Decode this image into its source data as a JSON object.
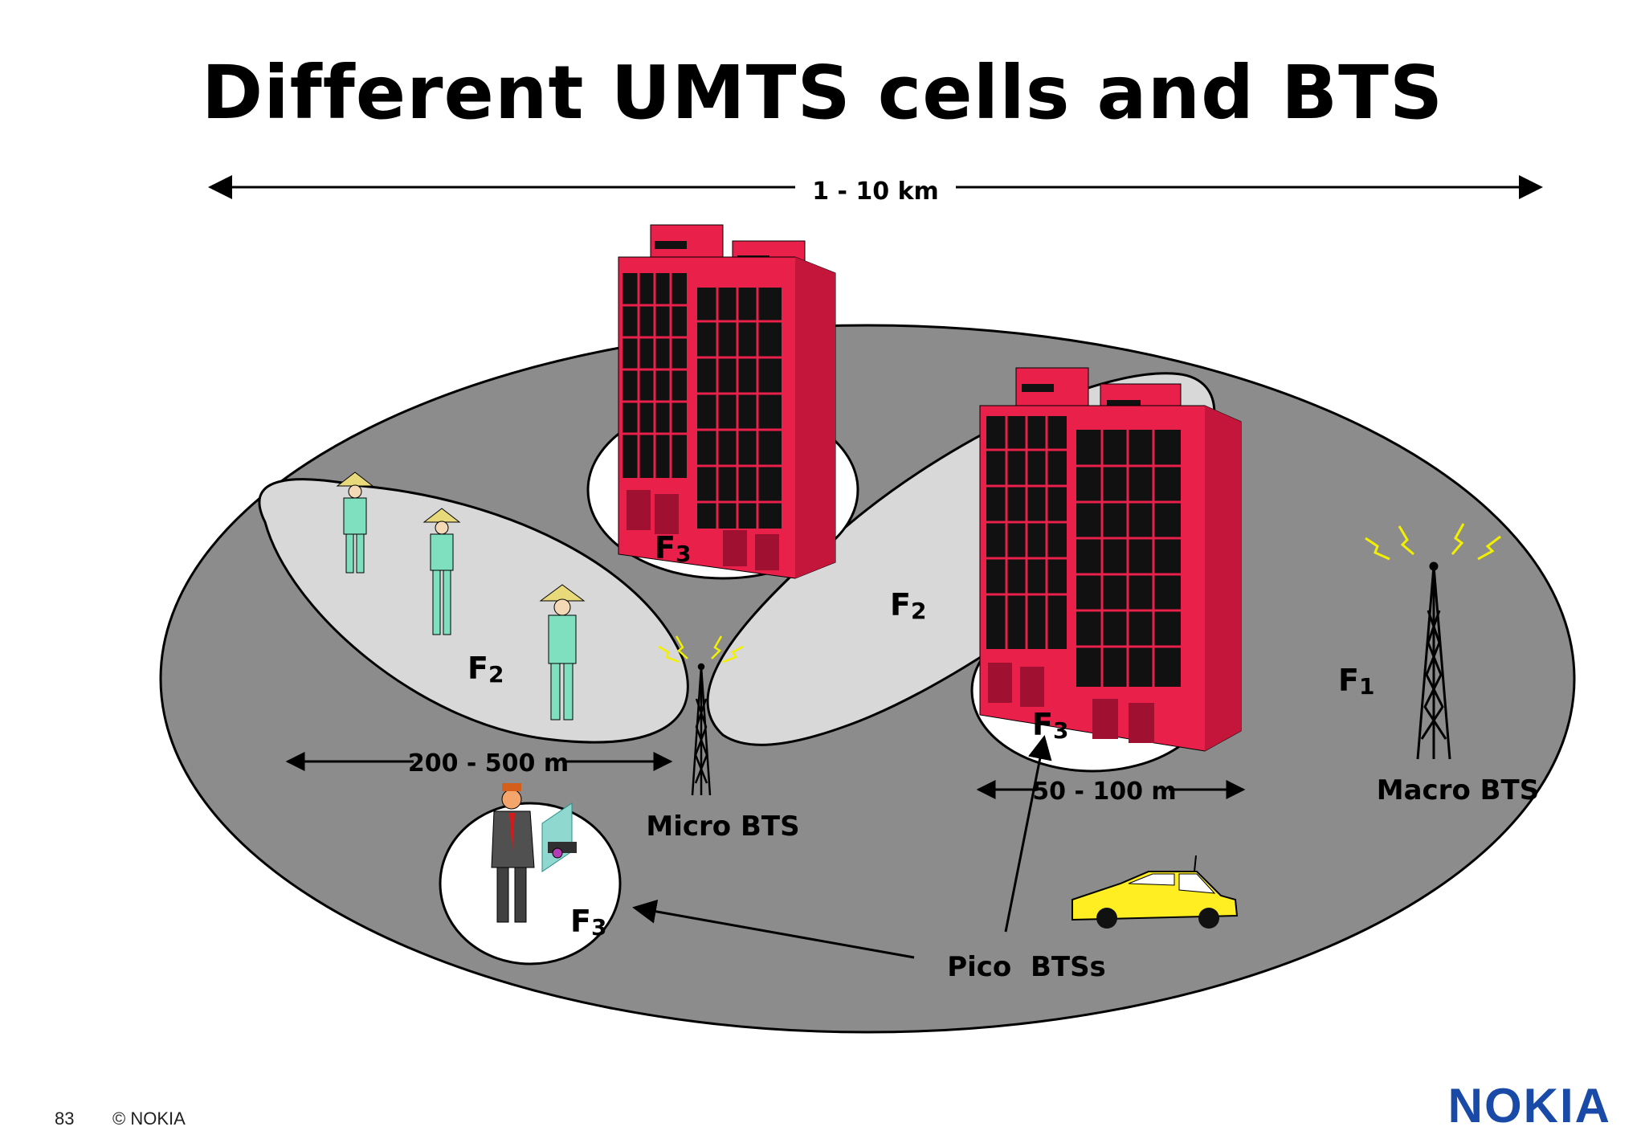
{
  "title": "Different UMTS cells and BTS",
  "distances": {
    "macro_range": "1 - 10 km",
    "micro_range": "200 - 500 m",
    "pico_range": "50 - 100 m"
  },
  "cells": {
    "f1": {
      "letter": "F",
      "index": "1"
    },
    "f2": {
      "letter": "F",
      "index": "2"
    },
    "f3": {
      "letter": "F",
      "index": "3"
    }
  },
  "labels": {
    "macro_bts": "Macro BTS",
    "micro_bts": "Micro BTS",
    "pico_bts": "Pico  BTSs"
  },
  "footer": {
    "page_number": "83",
    "copyright": "© NOKIA",
    "logo_text": "NOKIA"
  },
  "colors": {
    "macro_cell": "#8c8c8c",
    "micro_cell": "#d8d8d8",
    "building": "#e8204a",
    "window": "#111111",
    "car": "#ffee22",
    "logo": "#1a4aa8",
    "lightning": "#f2f000"
  }
}
